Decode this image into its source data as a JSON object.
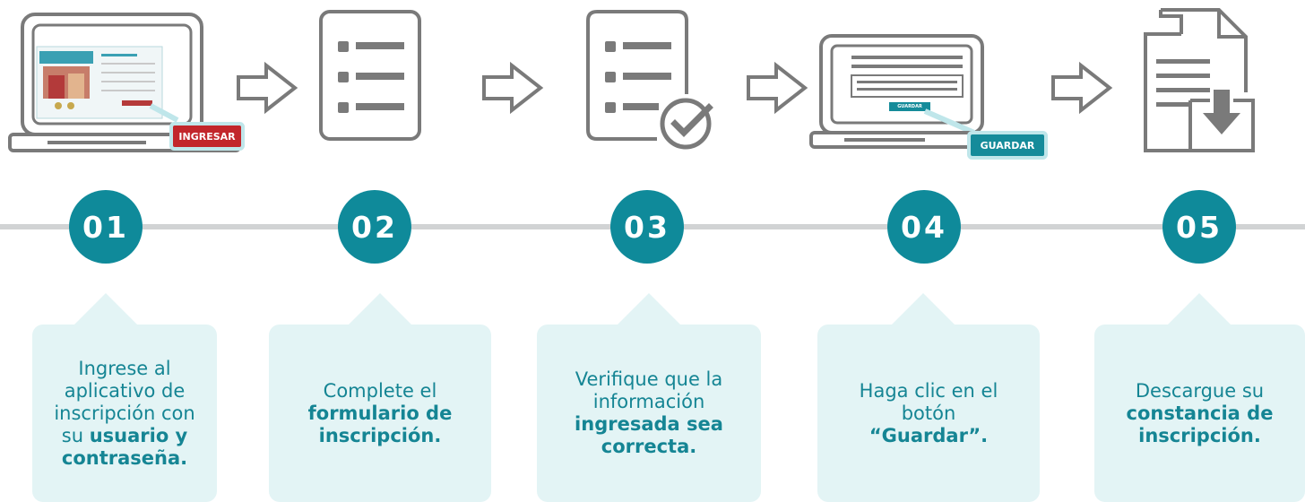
{
  "colors": {
    "teal": "#0f8a9a",
    "card_bg": "#e3f4f5",
    "card_text": "#158594",
    "icon_gray": "#7a7a7a",
    "red": "#c2262b",
    "line": "#d1d3d4"
  },
  "steps": [
    {
      "number": "01",
      "icon": "laptop-login-icon",
      "badge": "INGRESAR",
      "parts": [
        {
          "t": "Ingrese al aplicativo de inscripción con su ",
          "b": false
        },
        {
          "t": "usuario y contraseña.",
          "b": true
        }
      ]
    },
    {
      "number": "02",
      "icon": "form-list-icon",
      "parts": [
        {
          "t": "Complete el ",
          "b": false
        },
        {
          "t": "formulario de inscripción.",
          "b": true
        }
      ]
    },
    {
      "number": "03",
      "icon": "form-check-icon",
      "parts": [
        {
          "t": "Verifique que la información ",
          "b": false
        },
        {
          "t": "ingresada sea correcta.",
          "b": true
        }
      ]
    },
    {
      "number": "04",
      "icon": "laptop-save-icon",
      "badge": "GUARDAR",
      "mini_button": "GUARDAR",
      "parts": [
        {
          "t": "Haga clic en el botón ",
          "b": false
        },
        {
          "t": "“Guardar”.",
          "b": true
        }
      ]
    },
    {
      "number": "05",
      "icon": "document-download-icon",
      "parts": [
        {
          "t": "Descargue su ",
          "b": false
        },
        {
          "t": "constancia de inscripción.",
          "b": true
        }
      ]
    }
  ]
}
